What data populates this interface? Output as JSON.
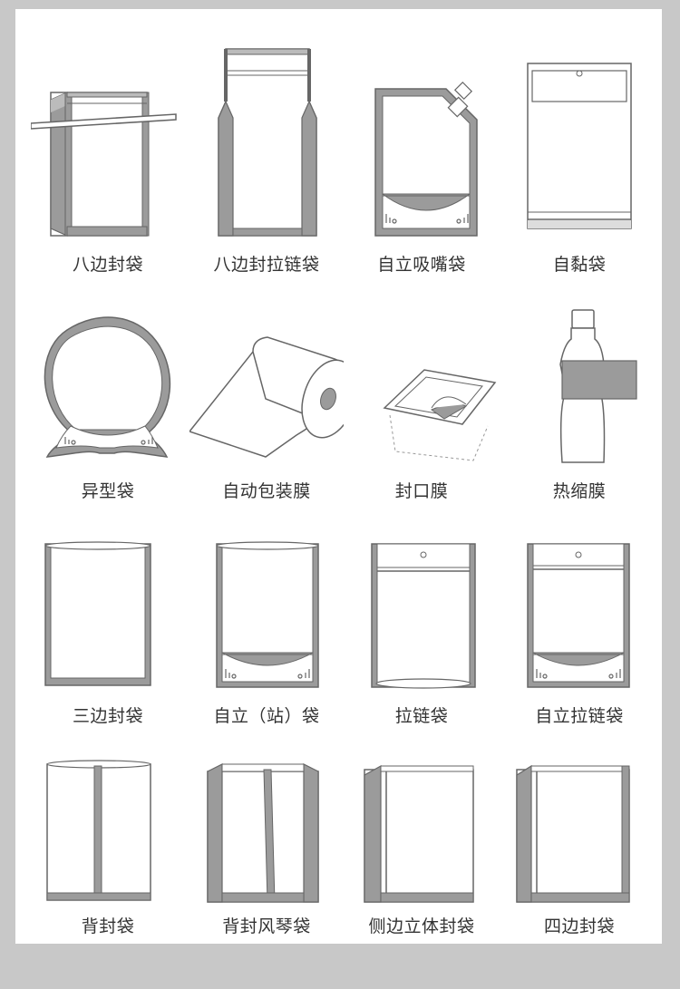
{
  "bag_types": [
    {
      "id": "eight-side-seal",
      "label": "八边封袋"
    },
    {
      "id": "eight-side-zipper",
      "label": "八边封拉链袋"
    },
    {
      "id": "stand-up-spout",
      "label": "自立吸嘴袋"
    },
    {
      "id": "self-adhesive",
      "label": "自黏袋"
    },
    {
      "id": "shaped",
      "label": "异型袋"
    },
    {
      "id": "auto-pack-film",
      "label": "自动包装膜"
    },
    {
      "id": "seal-film",
      "label": "封口膜"
    },
    {
      "id": "shrink-film",
      "label": "热缩膜"
    },
    {
      "id": "three-side-seal",
      "label": "三边封袋"
    },
    {
      "id": "stand-up",
      "label": "自立（站）袋"
    },
    {
      "id": "zipper",
      "label": "拉链袋"
    },
    {
      "id": "stand-up-zipper",
      "label": "自立拉链袋"
    },
    {
      "id": "back-seal",
      "label": "背封袋"
    },
    {
      "id": "back-seal-gusset",
      "label": "背封风琴袋"
    },
    {
      "id": "side-gusset",
      "label": "侧边立体封袋"
    },
    {
      "id": "four-side-seal",
      "label": "四边封袋"
    }
  ],
  "colors": {
    "background": "#c8c8c8",
    "panel": "#ffffff",
    "seal": "#9b9b9b",
    "outline": "#666666",
    "label": "#333333"
  }
}
